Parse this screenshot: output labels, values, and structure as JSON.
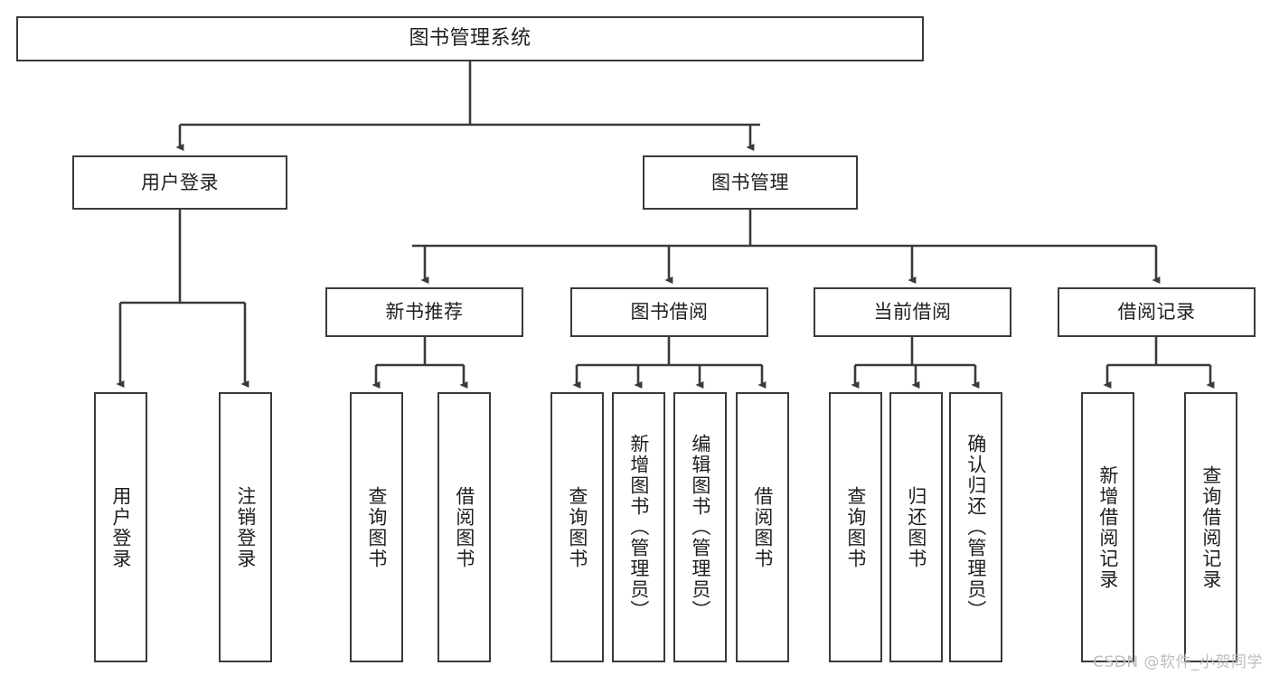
{
  "diagram": {
    "title": "图书管理系统",
    "type": "tree-hierarchy",
    "stroke_color": "#3a3a3a",
    "text_color": "#1f1f1f",
    "background_color": "#ffffff",
    "watermark": "CSDN @软件_小贺同学",
    "nodes": {
      "root": {
        "label": "图书管理系统"
      },
      "level1": [
        {
          "id": "user-login",
          "label": "用户登录"
        },
        {
          "id": "book-manage",
          "label": "图书管理"
        }
      ],
      "level2": [
        {
          "id": "new-book-recommend",
          "label": "新书推荐"
        },
        {
          "id": "book-borrow",
          "label": "图书借阅"
        },
        {
          "id": "current-borrow",
          "label": "当前借阅"
        },
        {
          "id": "borrow-record",
          "label": "借阅记录"
        }
      ],
      "leaves": {
        "user-login": [
          {
            "id": "leaf-user-login",
            "label": "用户登录"
          },
          {
            "id": "leaf-user-logout",
            "label": "注销登录"
          }
        ],
        "new-book-recommend": [
          {
            "id": "leaf-query-book-1",
            "label": "查询图书"
          },
          {
            "id": "leaf-borrow-book-1",
            "label": "借阅图书"
          }
        ],
        "book-borrow": [
          {
            "id": "leaf-query-book-2",
            "label": "查询图书"
          },
          {
            "id": "leaf-add-book",
            "label": "新增图书（管理员）"
          },
          {
            "id": "leaf-edit-book",
            "label": "编辑图书（管理员）"
          },
          {
            "id": "leaf-borrow-book-2",
            "label": "借阅图书"
          }
        ],
        "current-borrow": [
          {
            "id": "leaf-query-book-3",
            "label": "查询图书"
          },
          {
            "id": "leaf-return-book",
            "label": "归还图书"
          },
          {
            "id": "leaf-confirm-return",
            "label": "确认归还（管理员）"
          }
        ],
        "borrow-record": [
          {
            "id": "leaf-add-record",
            "label": "新增借阅记录"
          },
          {
            "id": "leaf-query-record",
            "label": "查询借阅记录"
          }
        ]
      }
    }
  }
}
